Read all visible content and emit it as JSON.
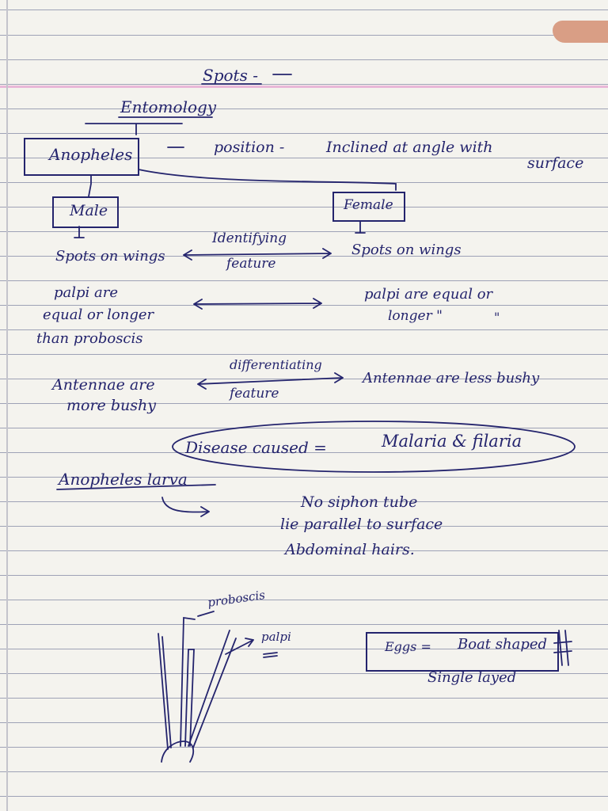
{
  "title": "Spots -",
  "heading": "Entomology",
  "anopheles": {
    "label": "Anopheles",
    "position_label": "position -",
    "position_value_line1": "Inclined at angle with",
    "position_value_line2": "surface"
  },
  "male": {
    "label": "Male",
    "spots": "Spots on wings",
    "palpi_line1": "palpi are",
    "palpi_line2": "equal or longer",
    "palpi_line3": "than proboscis",
    "antennae_line1": "Antennae are",
    "antennae_line2": "more bushy"
  },
  "female": {
    "label": "Female",
    "spots": "Spots on wings",
    "palpi_line1": "palpi are equal or",
    "palpi_line2": "longer \"",
    "palpi_ditto": "\"",
    "antennae": "Antennae are less bushy"
  },
  "identifying_feature": {
    "line1": "Identifying",
    "line2": "feature"
  },
  "differentiating_feature": {
    "line1": "differentiating",
    "line2": "feature"
  },
  "disease": {
    "label": "Disease caused =",
    "value": "Malaria & filaria"
  },
  "larva": {
    "label": "Anopheles larva",
    "items": [
      "No siphon tube",
      "lie parallel to surface",
      "Abdominal hairs."
    ]
  },
  "diagram": {
    "proboscis": "proboscis",
    "palpi": "palpi"
  },
  "eggs": {
    "label": "Eggs =",
    "value": "Boat shaped",
    "note": "Single layed"
  }
}
